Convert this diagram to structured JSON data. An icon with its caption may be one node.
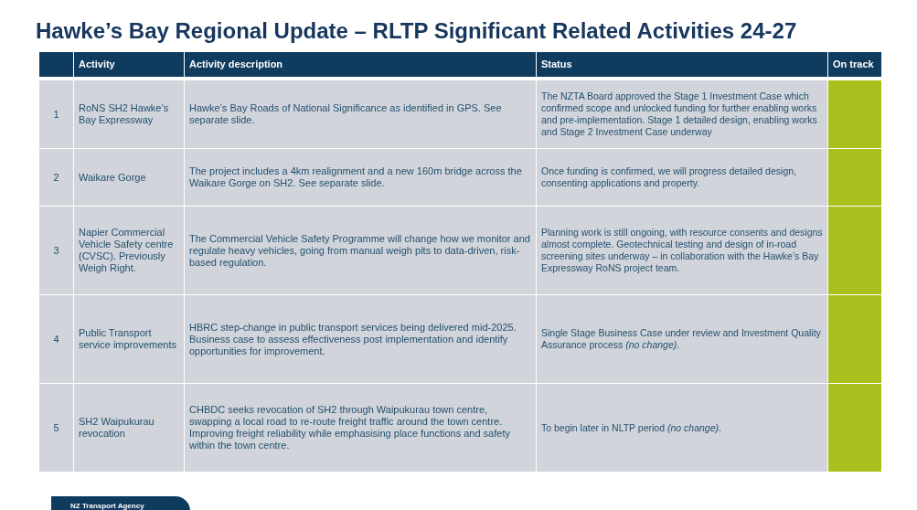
{
  "diagram": {
    "title": "Hawke’s Bay Regional Update – RLTP Significant Related Activities 24-27",
    "labels": [
      "Activity",
      "Activity description",
      "Status",
      "On track",
      "1",
      "RoNS SH2 Hawke’s Bay Expressway",
      "Hawke’s Bay Roads of National Significance as identified in GPS. See separate slide.",
      "The NZTA Board approved the Stage 1 Investment Case which confirmed scope and unlocked funding for further enabling works and pre-implementation. Stage 1 detailed design, enabling works and Stage 2 Investment Case underway",
      "2",
      "Waikare Gorge",
      "The project includes a 4km realignment and a new 160m bridge across the Waikare Gorge on SH2. See separate slide.",
      "Once funding is confirmed, we will progress detailed design, consenting applications and property.",
      "3",
      "Napier Commercial Vehicle Safety centre (CVSC). Previously Weigh Right.",
      "The Commercial Vehicle Safety Programme will change how we monitor and regulate heavy vehicles, going from manual weigh pits to data-driven, risk-based regulation.",
      "Planning work is still ongoing, with resource consents and designs almost complete. Geotechnical testing and design of in-road screening sites underway – in collaboration with the Hawke’s Bay Expressway RoNS project team.",
      "4",
      "Public Transport service improvements",
      "HBRC step-change in public transport services being delivered mid-2025. Business case to assess effectiveness post implementation and identify opportunities for improvement.",
      "Single Stage Business Case under review and Investment Quality Assurance process *(no change)*.",
      "5",
      "SH2 Waipukurau revocation",
      "CHBDC seeks revocation of SH2 through Waipukurau town centre, swapping a local road to re-route freight traffic around the town centre. Improving freight reliability while emphasising place functions and safety within the town centre.",
      "To begin later in NLTP period *(no change)*.",
      "NZ Transport Agency"
    ]
  }
}
